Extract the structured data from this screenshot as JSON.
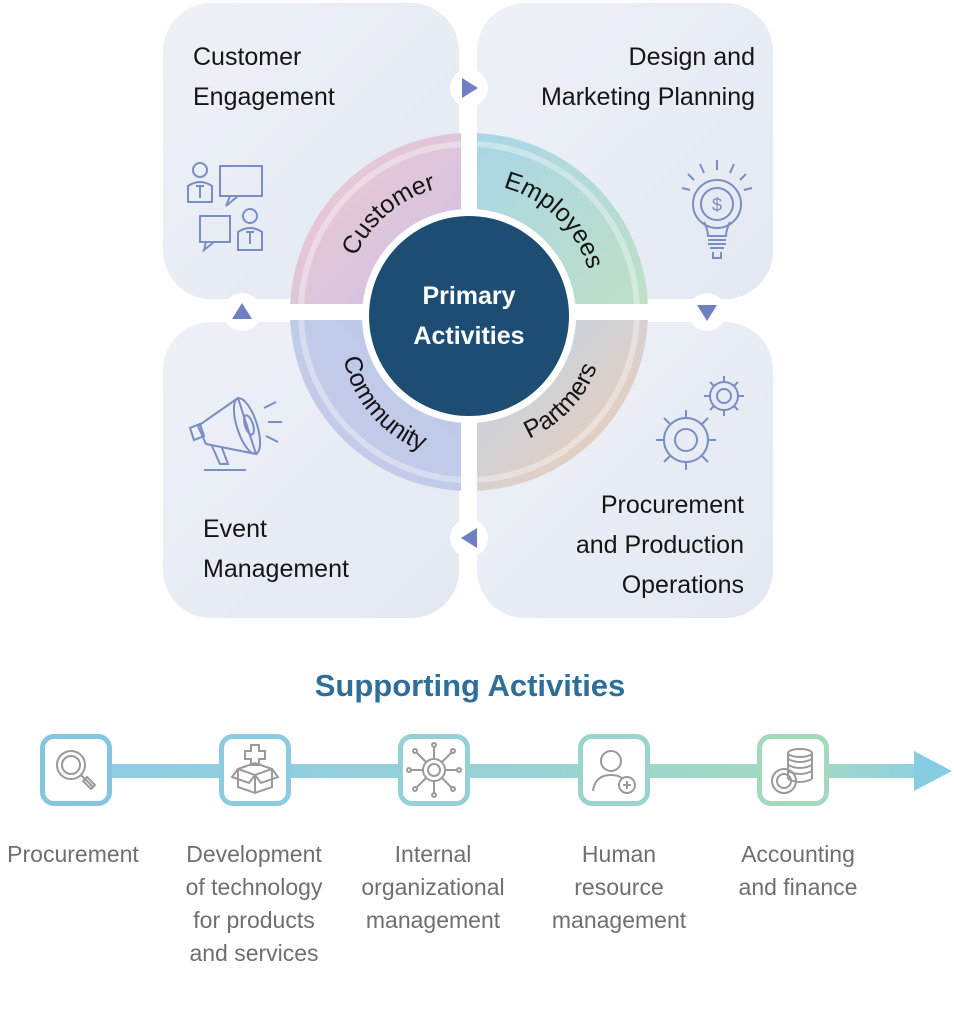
{
  "quadrants": {
    "top_left": {
      "title": "Customer\nEngagement",
      "icon": "customer-chat-icon"
    },
    "top_right": {
      "title": "Design and\nMarketing Planning",
      "icon": "lightbulb-dollar-icon"
    },
    "bottom_left": {
      "title": "Event\nManagement",
      "icon": "megaphone-icon"
    },
    "bottom_right": {
      "title": "Procurement\nand Production\nOperations",
      "icon": "gears-icon"
    }
  },
  "center": {
    "line1": "Primary",
    "line2": "Activities",
    "color": "#1e4d74"
  },
  "ring": {
    "customer": "Customer",
    "employees": "Employees",
    "community": "Community",
    "partners": "Partmers"
  },
  "supporting": {
    "title": "Supporting Activities",
    "title_color": "#2e6e99",
    "items": [
      {
        "label": "Procurement",
        "icon": "magnifier-icon",
        "color": "#86c5e0"
      },
      {
        "label": "Development\nof technology\nfor products\nand services",
        "icon": "box-plus-icon",
        "color": "#8fcbe0"
      },
      {
        "label": "Internal\norganizational\nmanagement",
        "icon": "network-hub-icon",
        "color": "#95d0d6"
      },
      {
        "label": "Human\nresource\nmanagement",
        "icon": "user-add-icon",
        "color": "#9bd4cc"
      },
      {
        "label": "Accounting\nand finance",
        "icon": "coins-stack-icon",
        "color": "#a3d9bd"
      }
    ]
  }
}
